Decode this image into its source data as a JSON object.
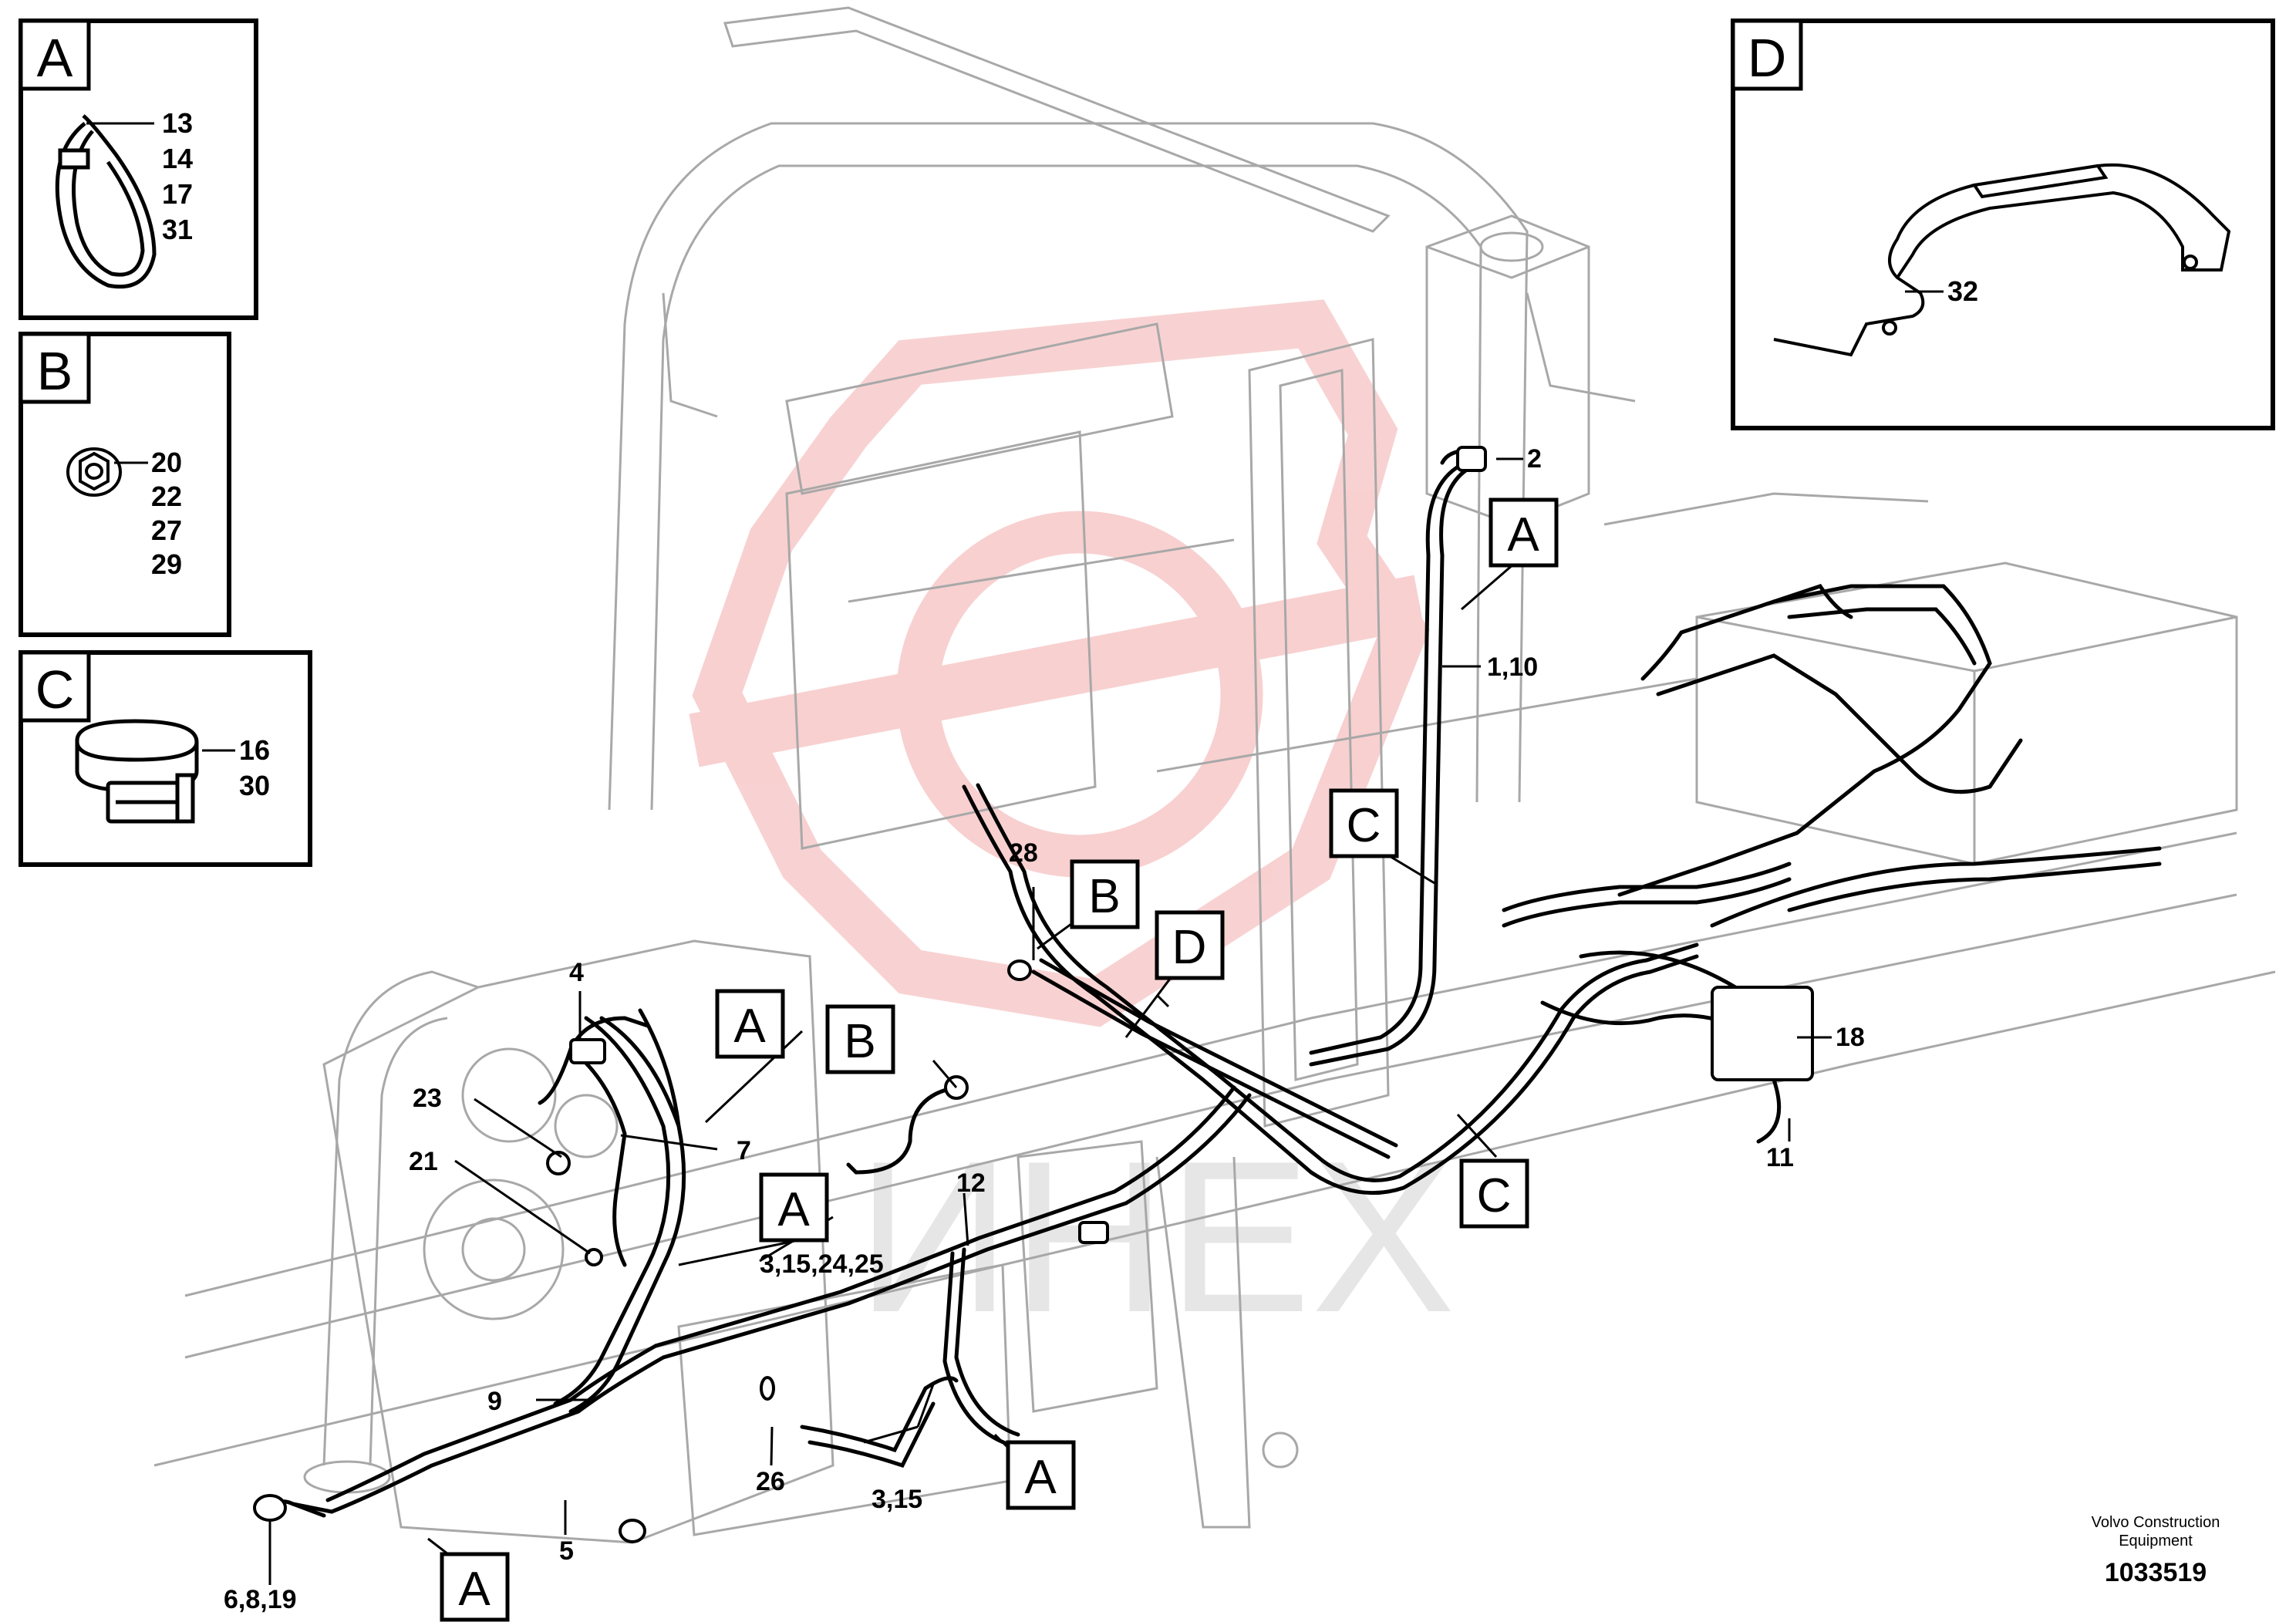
{
  "detail_panels": {
    "A": {
      "letter": "A",
      "parts": [
        "13",
        "14",
        "17",
        "31"
      ]
    },
    "B": {
      "letter": "B",
      "parts": [
        "20",
        "22",
        "27",
        "29"
      ]
    },
    "C": {
      "letter": "C",
      "parts": [
        "16",
        "30"
      ]
    },
    "D": {
      "letter": "D",
      "parts": [
        "32"
      ]
    }
  },
  "callouts": {
    "n2": "2",
    "n1_10": "1,10",
    "n28": "28",
    "n4": "4",
    "n23": "23",
    "n21": "21",
    "n7": "7",
    "n12": "12",
    "n3_15_24_25": "3,15,24,25",
    "n9": "9",
    "n26": "26",
    "n3_15": "3,15",
    "n5": "5",
    "n6_8_19": "6,8,19",
    "n18": "18",
    "n11": "11"
  },
  "ref_boxes": {
    "A1": "A",
    "A2": "A",
    "A3": "A",
    "A4": "A",
    "A5": "A",
    "B1": "B",
    "B2": "B",
    "C1": "C",
    "C2": "C",
    "D1": "D"
  },
  "footer": {
    "company_line1": "Volvo Construction",
    "company_line2": "Equipment",
    "drawing_number": "1033519"
  },
  "watermark": {
    "text": "ИНЕХ"
  },
  "colors": {
    "line": "#000000",
    "background_line": "#a8a8a8",
    "watermark_red": "#e06060",
    "watermark_gray": "#d6d6d6"
  }
}
